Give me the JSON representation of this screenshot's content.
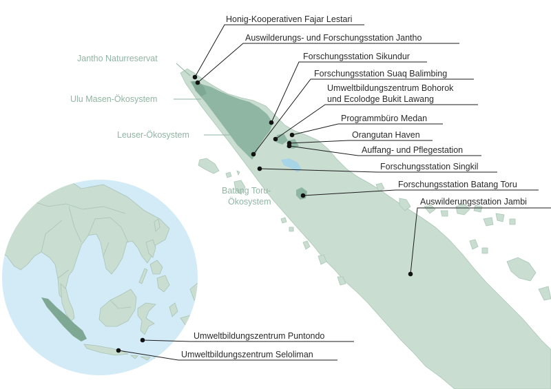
{
  "colors": {
    "land": "#c9ddd1",
    "land_stroke": "#a9c7b6",
    "forest": "#8fb5a3",
    "forest_dark": "#7ea894",
    "lake": "#a7d4e6",
    "globe_water": "#d2ebf7",
    "globe_land": "#c9ddd1",
    "globe_border": "#a9c3b4",
    "label_text": "#2a2a2a",
    "region_text": "#8fb5a3"
  },
  "regions": {
    "jantho": "Jantho Naturreservat",
    "ulu_masen": "Ulu Masen-Ökosystem",
    "leuser": "Leuser-Ökosystem",
    "batang_toru_1": "Batang Toru-",
    "batang_toru_2": "Ökosystem"
  },
  "sites": [
    {
      "key": "honig",
      "lines": [
        "Honig-Kooperativen Fajar Lestari"
      ]
    },
    {
      "key": "auswilderung_jantho",
      "lines": [
        "Auswilderungs- und Forschungsstation Jantho"
      ]
    },
    {
      "key": "sikundur",
      "lines": [
        "Forschungsstation Sikundur"
      ]
    },
    {
      "key": "suaq",
      "lines": [
        "Forschungsstation Suaq Balimbing"
      ]
    },
    {
      "key": "bohorok",
      "lines": [
        "Umweltbildungszentrum Bohorok",
        "und Ecolodge Bukit Lawang"
      ]
    },
    {
      "key": "medan",
      "lines": [
        "Programmbüro Medan"
      ]
    },
    {
      "key": "haven",
      "lines": [
        "Orangutan Haven"
      ]
    },
    {
      "key": "auffang",
      "lines": [
        "Auffang- und Pflegestation"
      ]
    },
    {
      "key": "singkil",
      "lines": [
        "Forschungsstation Singkil"
      ]
    },
    {
      "key": "batang_toru",
      "lines": [
        "Forschungsstation Batang Toru"
      ]
    },
    {
      "key": "jambi",
      "lines": [
        "Auswilderungsstation Jambi"
      ]
    },
    {
      "key": "puntondo",
      "lines": [
        "Umweltbildungszentrum Puntondo"
      ]
    },
    {
      "key": "seloliman",
      "lines": [
        "Umweltbildungszentrum Seloliman"
      ]
    }
  ]
}
